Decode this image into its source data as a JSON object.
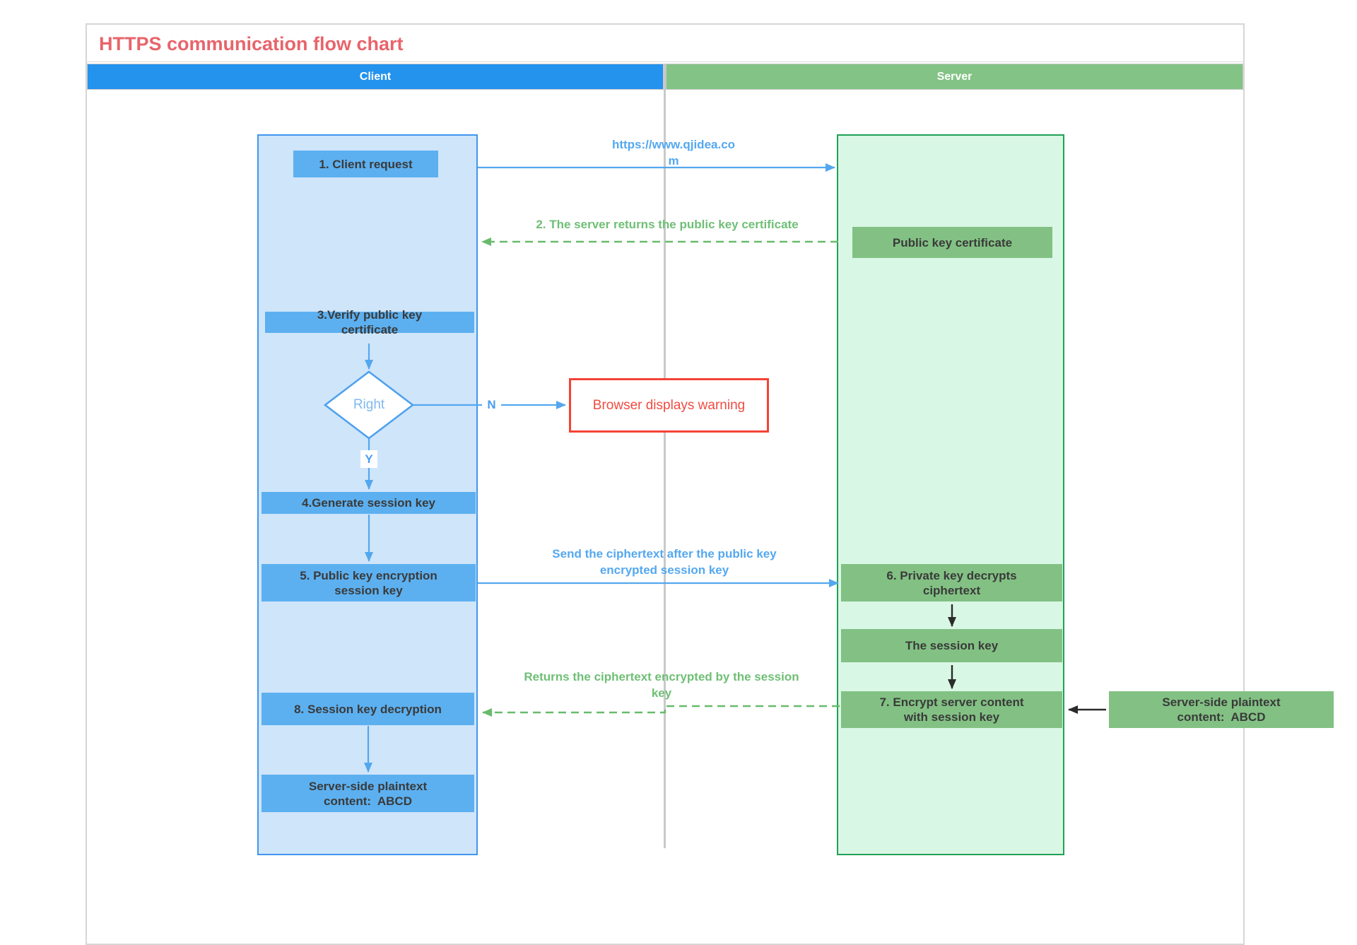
{
  "title": "HTTPS communication flow chart",
  "lanes": {
    "client": "Client",
    "server": "Server"
  },
  "client_nodes": {
    "request": "1. Client request",
    "verify": "3.Verify public key\ncertificate",
    "generate": "4.Generate session key",
    "encrypt": "5. Public key encryption\nsession key",
    "decrypt": "8. Session key decryption",
    "plaintext": "Server-side plaintext\ncontent:  ABCD"
  },
  "server_nodes": {
    "certificate": "Public key certificate",
    "decrypt": "6. Private key decrypts\nciphertext",
    "session_key": "The session key",
    "encrypt": "7. Encrypt server content\nwith session key",
    "plaintext": "Server-side plaintext\ncontent:  ABCD"
  },
  "decision": {
    "label": "Right",
    "yes": "Y",
    "no": "N"
  },
  "warning": "Browser displays warning",
  "flow_labels": {
    "request_url": "https://www.qjidea.co\nm",
    "return_cert": "2. The server returns the public key certificate",
    "send_ciphertext": "Send the ciphertext after the public key\nencrypted session key",
    "return_ciphertext": "Returns the ciphertext encrypted by the session\nkey"
  },
  "colors": {
    "title": "#e8646b",
    "client_header": "#2493ee",
    "server_header": "#83c385",
    "client_lane_fill": "#cfe5fa",
    "client_lane_border": "#4196ee",
    "client_node_fill": "#5cb0f0",
    "server_lane_fill": "#d9f7e5",
    "server_lane_border": "#21a055",
    "server_node_fill": "#82c183",
    "blue_arrow": "#54a7ee",
    "green_arrow": "#68bb6c",
    "black_arrow": "#2b2b2b",
    "warning_red": "#f44336",
    "node_text": "#3a3a3a"
  }
}
